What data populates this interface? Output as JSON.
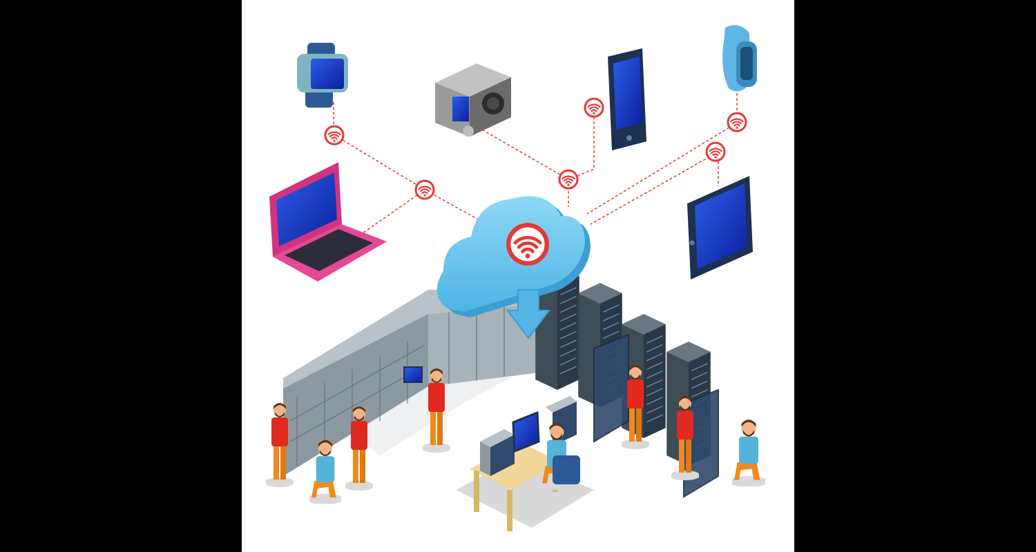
{
  "colors": {
    "background": "#ffffff",
    "letterbox": "#000000",
    "connection_line": "#e53935",
    "wifi_badge": "#e53935",
    "cloud": "#6fc8ee",
    "screen": "#1533b8",
    "server_rack": "#5a6770",
    "server_front": "#2f4a6b",
    "floor_shadow": "#d9d9d9",
    "shirt_red": "#e02a1f",
    "shirt_teal": "#56b3d8",
    "pants_orange": "#f08a1c"
  },
  "icons": {
    "hub": "cloud-wifi-icon",
    "upload_arrow": "arrow-down-icon",
    "badge": "wifi-icon"
  },
  "devices": [
    {
      "name": "smartwatch"
    },
    {
      "name": "action-camera"
    },
    {
      "name": "smartphone"
    },
    {
      "name": "fitness-band"
    },
    {
      "name": "laptop"
    },
    {
      "name": "tablet"
    }
  ],
  "people": [
    {
      "name": "technician-standing-left"
    },
    {
      "name": "technician-carrying-laptop"
    },
    {
      "name": "technician-kneeling-left"
    },
    {
      "name": "technician-with-laptop"
    },
    {
      "name": "operator-at-desk"
    },
    {
      "name": "technician-at-rack"
    },
    {
      "name": "technician-opening-rack"
    },
    {
      "name": "technician-kneeling-right"
    }
  ]
}
